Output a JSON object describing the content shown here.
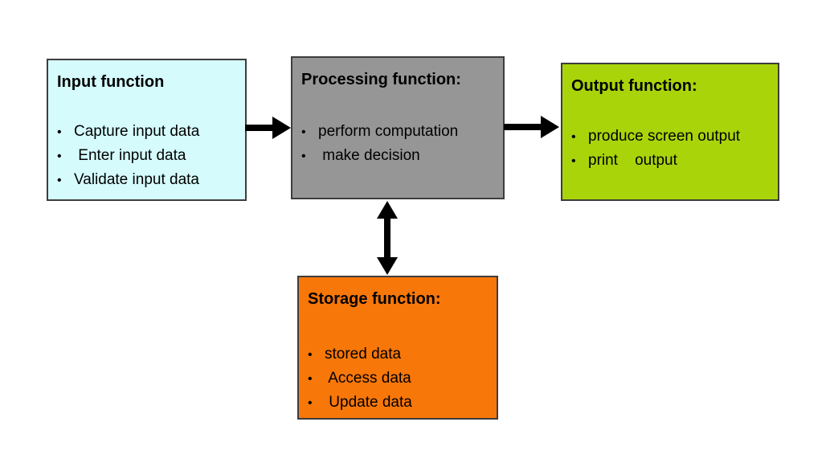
{
  "diagram": {
    "background": "#ffffff",
    "border_color": "#3d3d3d",
    "arrow_color": "#000000",
    "bullet_glyph": "•",
    "boxes": [
      {
        "id": "input",
        "title": "Input function",
        "fill": "#d5fbfd",
        "items": [
          "Capture input data",
          " Enter input data",
          "Validate input data"
        ]
      },
      {
        "id": "processing",
        "title": "Processing function:",
        "fill": "#969696",
        "items": [
          "perform computation",
          " make decision"
        ]
      },
      {
        "id": "output",
        "title": "Output function:",
        "fill": "#aad40a",
        "items": [
          "produce screen output",
          "print    output"
        ]
      },
      {
        "id": "storage",
        "title": "Storage function:",
        "fill": "#f87709",
        "items": [
          "stored data",
          " Access data",
          " Update data"
        ]
      }
    ],
    "arrows": [
      {
        "name": "input-to-processing-arrow",
        "direction": "right"
      },
      {
        "name": "processing-to-output-arrow",
        "direction": "right"
      },
      {
        "name": "processing-storage-arrow",
        "direction": "vertical-double"
      }
    ]
  }
}
